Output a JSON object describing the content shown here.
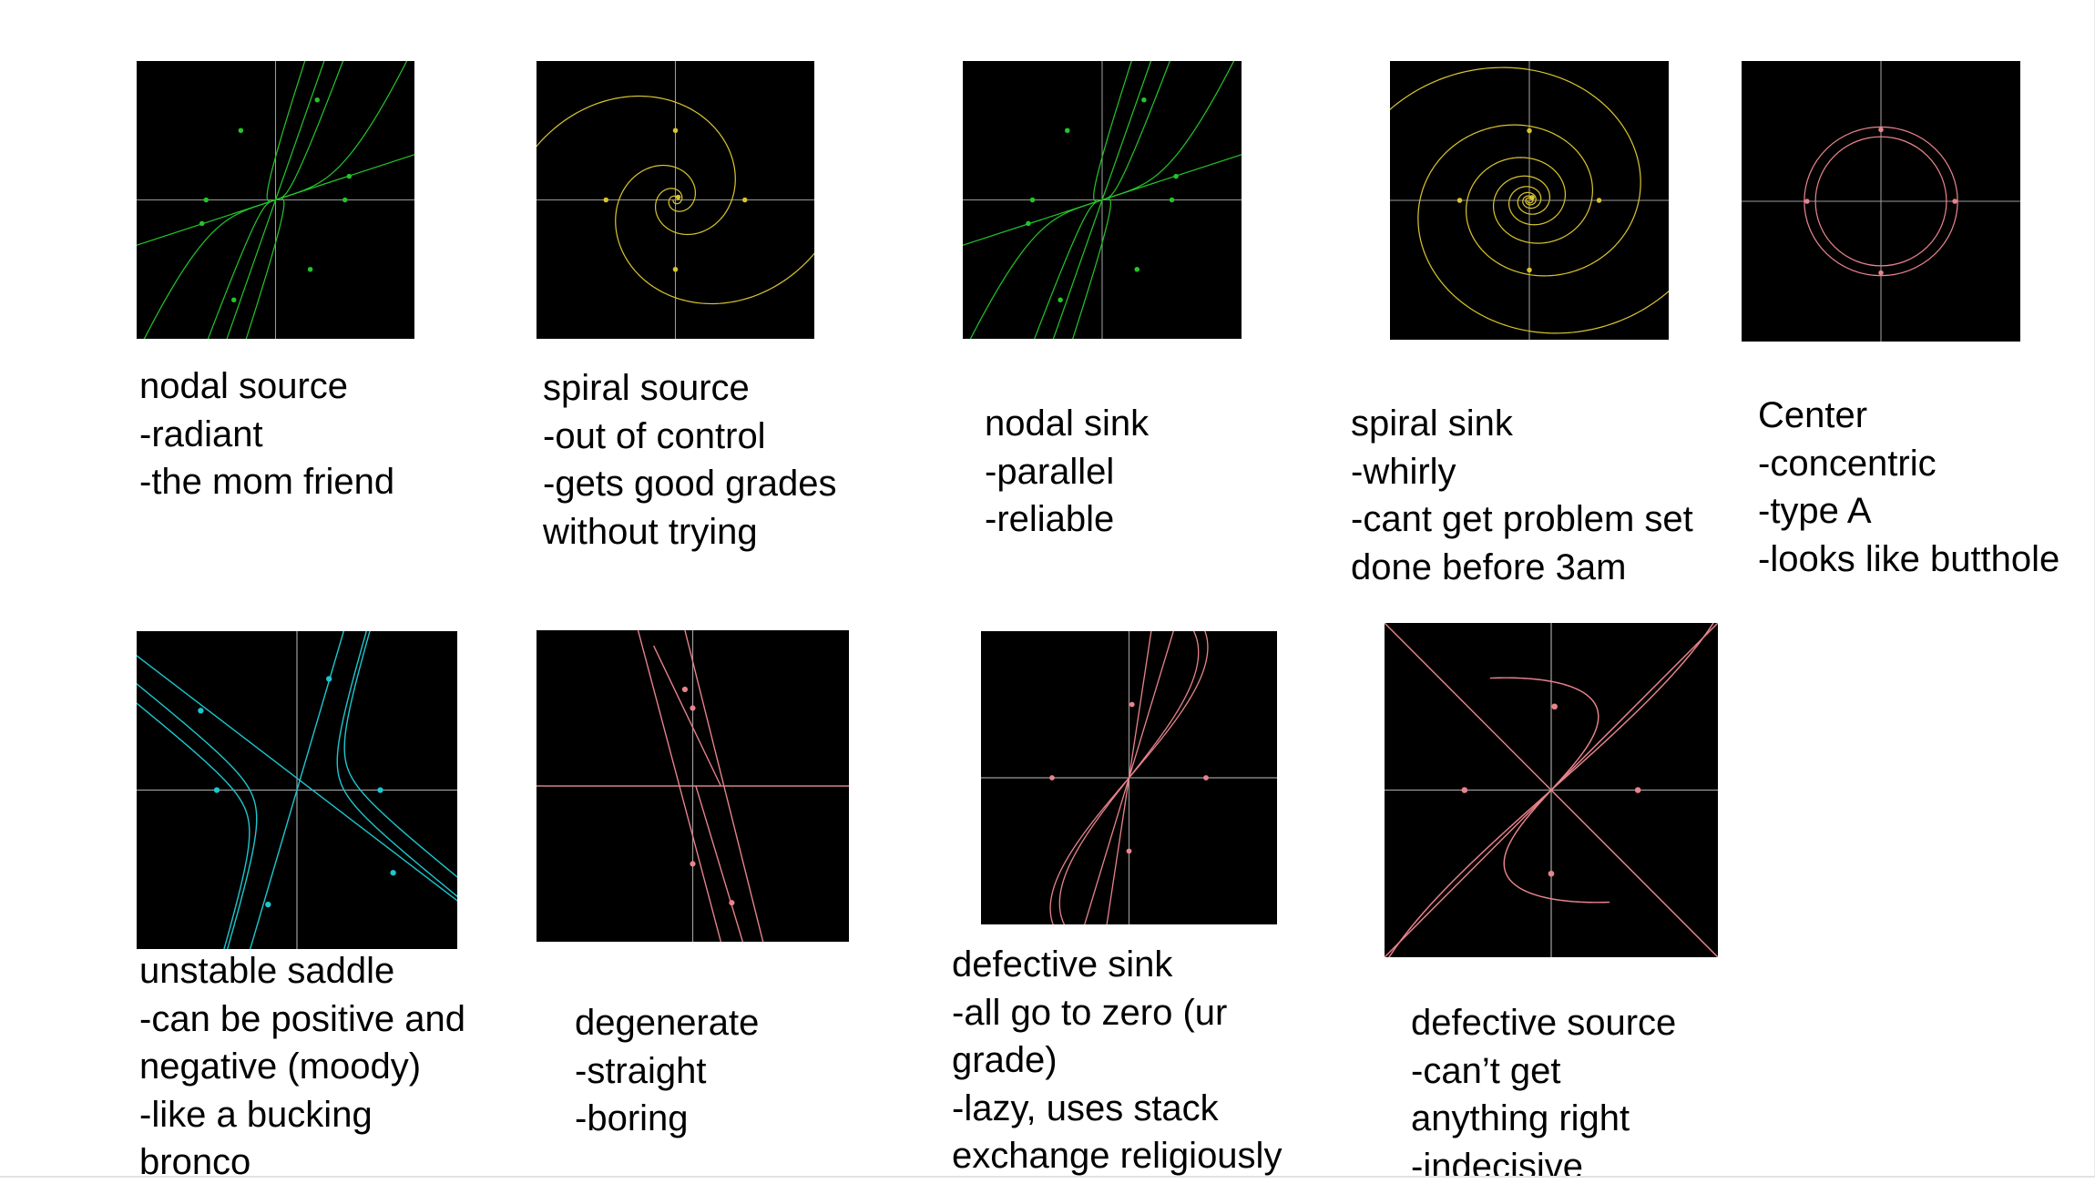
{
  "colors": {
    "green": "#24c42a",
    "yellow": "#d8c42e",
    "pink": "#e8848c",
    "cyan": "#1ec6ce",
    "axis": "#9a9a9a",
    "underline": "#3f67b0"
  },
  "panels": [
    {
      "type": "nodal-source",
      "color": "green",
      "lines": [
        "nodal source",
        "-radiant",
        "-the mom friend"
      ]
    },
    {
      "type": "spiral-source",
      "color": "yellow",
      "lines": [
        "spiral source",
        "-out of control",
        "-gets good grades",
        "without trying"
      ]
    },
    {
      "type": "nodal-sink",
      "color": "green",
      "lines": [
        "nodal sink",
        "-parallel",
        "-reliable"
      ]
    },
    {
      "type": "spiral-sink",
      "color": "yellow",
      "lines": [
        "spiral sink",
        "-whirly",
        "-cant get problem set",
        "done before 3am"
      ]
    },
    {
      "type": "center",
      "color": "pink",
      "lines": [
        "Center",
        "-concentric",
        "-type A",
        "-looks like butthole"
      ]
    },
    {
      "type": "unstable-saddle",
      "color": "cyan",
      "lines": [
        "unstable saddle",
        "-can be positive and",
        "negative (moody)",
        "-like a bucking",
        "bronco"
      ]
    },
    {
      "type": "degenerate",
      "color": "pink",
      "lines": [
        "degenerate",
        "-straight",
        "-boring"
      ]
    },
    {
      "type": "defective-sink",
      "color": "pink",
      "lines": [
        "defective sink",
        "-all go to zero (ur",
        "grade)",
        "-lazy, uses stack",
        "exchange religiously"
      ]
    },
    {
      "type": "defective-source",
      "color": "pink",
      "lines": [
        "defective source",
        "-can’t get",
        "anything right",
        "-indecisive"
      ]
    }
  ]
}
